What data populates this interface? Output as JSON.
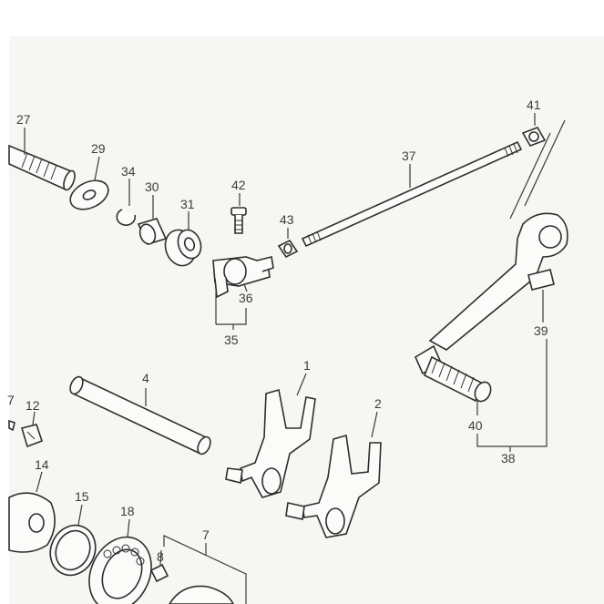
{
  "labels": {
    "l1": "1",
    "l2": "2",
    "l4": "4",
    "l7a": "7",
    "l7b": "7",
    "l8": "8",
    "l12": "12",
    "l14": "14",
    "l15": "15",
    "l18": "18",
    "l27": "27",
    "l29": "29",
    "l30": "30",
    "l31": "31",
    "l34": "34",
    "l35": "35",
    "l36": "36",
    "l37": "37",
    "l38": "38",
    "l39": "39",
    "l40": "40",
    "l41": "41",
    "l42": "42",
    "l43": "43"
  },
  "colors": {
    "ink": "#2e2e2e",
    "paper": "#f6f6f3",
    "label": "#3c3c3c"
  }
}
